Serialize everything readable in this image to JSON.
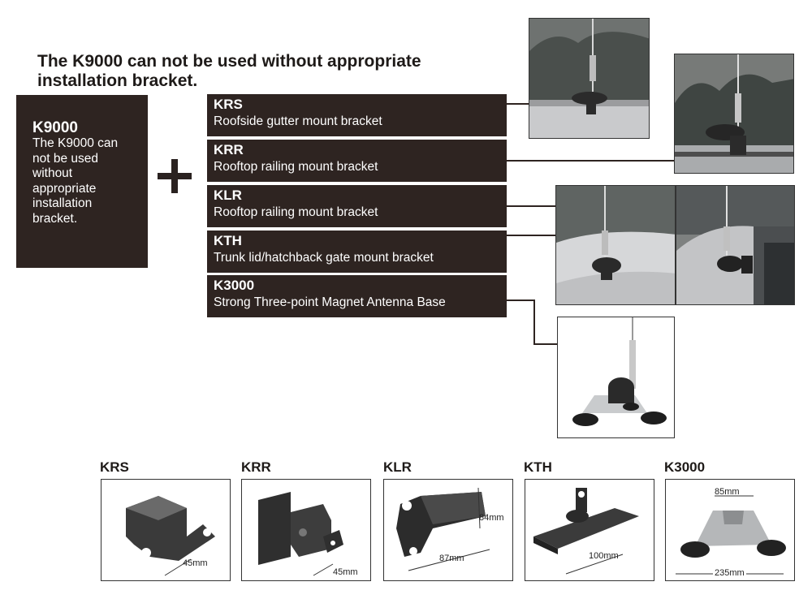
{
  "headline": "The K9000 can not be used without appropriate installation bracket.",
  "k9000": {
    "title": "K9000",
    "description": "The K9000 can not be used without appropriate installation bracket."
  },
  "plus_icon": "plus-icon",
  "bars": [
    {
      "code": "KRS",
      "description": "Roofside gutter mount bracket"
    },
    {
      "code": "KRR",
      "description": "Rooftop railing mount bracket"
    },
    {
      "code": "KLR",
      "description": "Rooftop railing mount bracket"
    },
    {
      "code": "KTH",
      "description": "Trunk lid/hatchback gate mount bracket"
    },
    {
      "code": "K3000",
      "description": "Strong Three-point Magnet Antenna Base"
    }
  ],
  "brackets": [
    {
      "label": "KRS",
      "dims": [
        "45mm"
      ]
    },
    {
      "label": "KRR",
      "dims": [
        "45mm"
      ]
    },
    {
      "label": "KLR",
      "dims": [
        "84mm",
        "87mm"
      ]
    },
    {
      "label": "KTH",
      "dims": [
        "100mm"
      ]
    },
    {
      "label": "K3000",
      "dims": [
        "85mm",
        "235mm"
      ]
    }
  ],
  "colors": {
    "panel": "#2e2421",
    "text_on_panel": "#ffffff",
    "headline": "#1e1a18"
  }
}
